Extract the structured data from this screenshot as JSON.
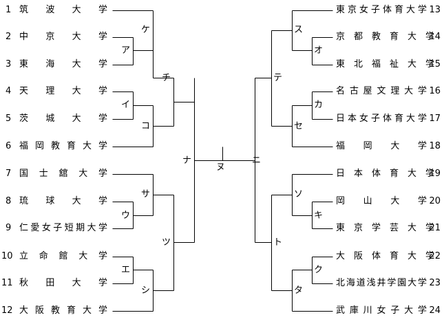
{
  "left_teams": [
    {
      "seed": "1",
      "name": "筑　波　大　学"
    },
    {
      "seed": "2",
      "name": "中　京　大　学"
    },
    {
      "seed": "3",
      "name": "東　海　大　学"
    },
    {
      "seed": "4",
      "name": "天　理　大　学"
    },
    {
      "seed": "5",
      "name": "茨　城　大　学"
    },
    {
      "seed": "6",
      "name": "福岡教育大学"
    },
    {
      "seed": "7",
      "name": "国　士　舘　大　学"
    },
    {
      "seed": "8",
      "name": "琉　球　大　学"
    },
    {
      "seed": "9",
      "name": "仁愛女子短期大学"
    },
    {
      "seed": "10",
      "name": "立　命　館　大　学"
    },
    {
      "seed": "11",
      "name": "秋　田　大　学"
    },
    {
      "seed": "12",
      "name": "大阪教育大学"
    }
  ],
  "right_teams": [
    {
      "seed": "13",
      "name": "東京女子体育大学"
    },
    {
      "seed": "14",
      "name": "京　都　教　育　大　学"
    },
    {
      "seed": "15",
      "name": "東　北　福　祉　大　学"
    },
    {
      "seed": "16",
      "name": "名古屋文理大学"
    },
    {
      "seed": "17",
      "name": "日本女子体育大学"
    },
    {
      "seed": "18",
      "name": "福　　岡　　大　　学"
    },
    {
      "seed": "19",
      "name": "日　本　体　育　大　学"
    },
    {
      "seed": "20",
      "name": "岡　　山　　大　　学"
    },
    {
      "seed": "21",
      "name": "東　京　学　芸　大　学"
    },
    {
      "seed": "22",
      "name": "大　阪　体　育　大　学"
    },
    {
      "seed": "23",
      "name": "北海道浅井学園大学"
    },
    {
      "seed": "24",
      "name": "武庫川女子大学"
    }
  ],
  "match_labels": {
    "a": "ア",
    "i": "イ",
    "u": "ウ",
    "e": "エ",
    "ke": "ケ",
    "ko": "コ",
    "sa": "サ",
    "shi": "シ",
    "chi": "チ",
    "tsu": "ツ",
    "na": "ナ",
    "nu": "ヌ",
    "ni": "ニ",
    "te": "テ",
    "to": "ト",
    "su": "ス",
    "o": "オ",
    "ka": "カ",
    "se": "セ",
    "so": "ソ",
    "ki": "キ",
    "ku": "ク",
    "ta": "タ"
  }
}
